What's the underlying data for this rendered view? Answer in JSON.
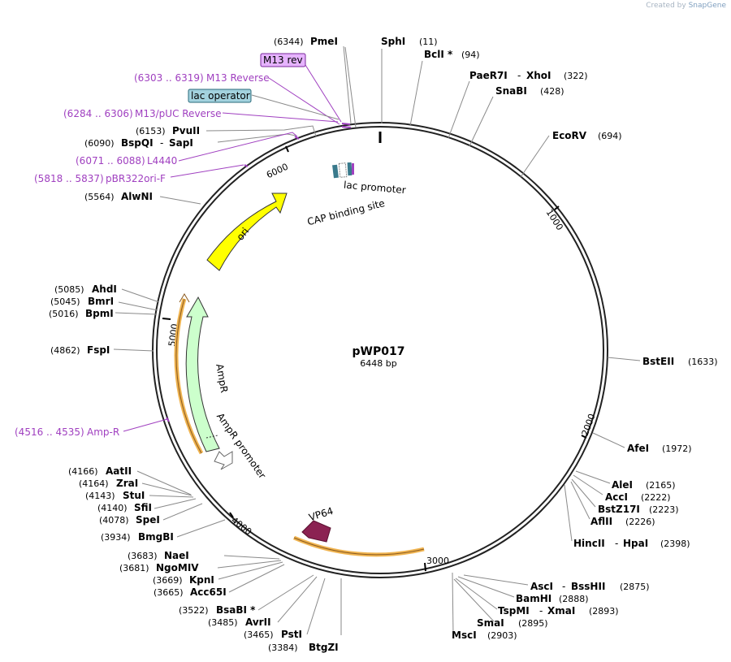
{
  "credit": {
    "prefix": "Created by",
    "brand": "SnapGene"
  },
  "plasmid": {
    "name": "pWP017",
    "size": "6448 bp"
  },
  "ticks": [
    "1000",
    "2000",
    "3000",
    "4000",
    "5000",
    "6000"
  ],
  "sites": [
    {
      "name": "PmeI",
      "pos": "(6344)"
    },
    {
      "name": "SphI",
      "pos": "(11)"
    },
    {
      "name": "BclI *",
      "pos": "(94)"
    },
    {
      "name": "PaeR7I",
      "name2": "XhoI",
      "pos": "(322)"
    },
    {
      "name": "SnaBI",
      "pos": "(428)"
    },
    {
      "name": "EcoRV",
      "pos": "(694)"
    },
    {
      "name": "BstEII",
      "pos": "(1633)"
    },
    {
      "name": "AfeI",
      "pos": "(1972)"
    },
    {
      "name": "AleI",
      "pos": "(2165)"
    },
    {
      "name": "AccI",
      "pos": "(2222)"
    },
    {
      "name": "BstZ17I",
      "pos": "(2223)"
    },
    {
      "name": "AflII",
      "pos": "(2226)"
    },
    {
      "name": "HincII",
      "name2": "HpaI",
      "pos": "(2398)"
    },
    {
      "name": "AscI",
      "name2": "BssHII",
      "pos": "(2875)"
    },
    {
      "name": "BamHI",
      "pos": "(2888)"
    },
    {
      "name": "TspMI",
      "name2": "XmaI",
      "pos": "(2893)"
    },
    {
      "name": "SmaI",
      "pos": "(2895)"
    },
    {
      "name": "MscI",
      "pos": "(2903)"
    },
    {
      "name": "BtgZI",
      "pos": "(3384)"
    },
    {
      "name": "PstI",
      "pos": "(3465)"
    },
    {
      "name": "AvrII",
      "pos": "(3485)"
    },
    {
      "name": "BsaBI *",
      "pos": "(3522)"
    },
    {
      "name": "Acc65I",
      "pos": "(3665)"
    },
    {
      "name": "KpnI",
      "pos": "(3669)"
    },
    {
      "name": "NgoMIV",
      "pos": "(3681)"
    },
    {
      "name": "NaeI",
      "pos": "(3683)"
    },
    {
      "name": "BmgBI",
      "pos": "(3934)"
    },
    {
      "name": "SpeI",
      "pos": "(4078)"
    },
    {
      "name": "SfiI",
      "pos": "(4140)"
    },
    {
      "name": "StuI",
      "pos": "(4143)"
    },
    {
      "name": "ZraI",
      "pos": "(4164)"
    },
    {
      "name": "AatII",
      "pos": "(4166)"
    },
    {
      "name": "FspI",
      "pos": "(4862)"
    },
    {
      "name": "BpmI",
      "pos": "(5016)"
    },
    {
      "name": "BmrI",
      "pos": "(5045)"
    },
    {
      "name": "AhdI",
      "pos": "(5085)"
    },
    {
      "name": "AlwNI",
      "pos": "(5564)"
    },
    {
      "name": "BspQI",
      "name2": "SapI",
      "pos": "(6090)"
    },
    {
      "name": "PvuII",
      "pos": "(6153)"
    }
  ],
  "primers": [
    {
      "range": "(6303 .. 6319)",
      "name": "M13 Reverse"
    },
    {
      "range": "(6284 .. 6306)",
      "name": "M13/pUC Reverse"
    },
    {
      "range": "(6071 .. 6088)",
      "name": "L4440"
    },
    {
      "range": "(5818 .. 5837)",
      "name": "pBR322ori-F"
    },
    {
      "range": "(4516 .. 4535)",
      "name": "Amp-R"
    }
  ],
  "boxed_labels": {
    "m13rev": "M13 rev",
    "lac_operator": "lac operator"
  },
  "features": {
    "ori": "ori",
    "ampr": "AmpR",
    "ampr_promoter": "AmpR promoter",
    "vp64": "VP64",
    "lac_promoter": "lac promoter",
    "cap_site": "CAP binding site"
  },
  "colors": {
    "ori": "#ffff00",
    "ampr": "#ccffcc",
    "vp64": "#8b2252",
    "orange_halo": "#f0b450",
    "primer": "#a040c0",
    "m13_box": "#e6b3ff",
    "lacop_box": "#a3d2de",
    "cap": "#3a7a8c"
  }
}
